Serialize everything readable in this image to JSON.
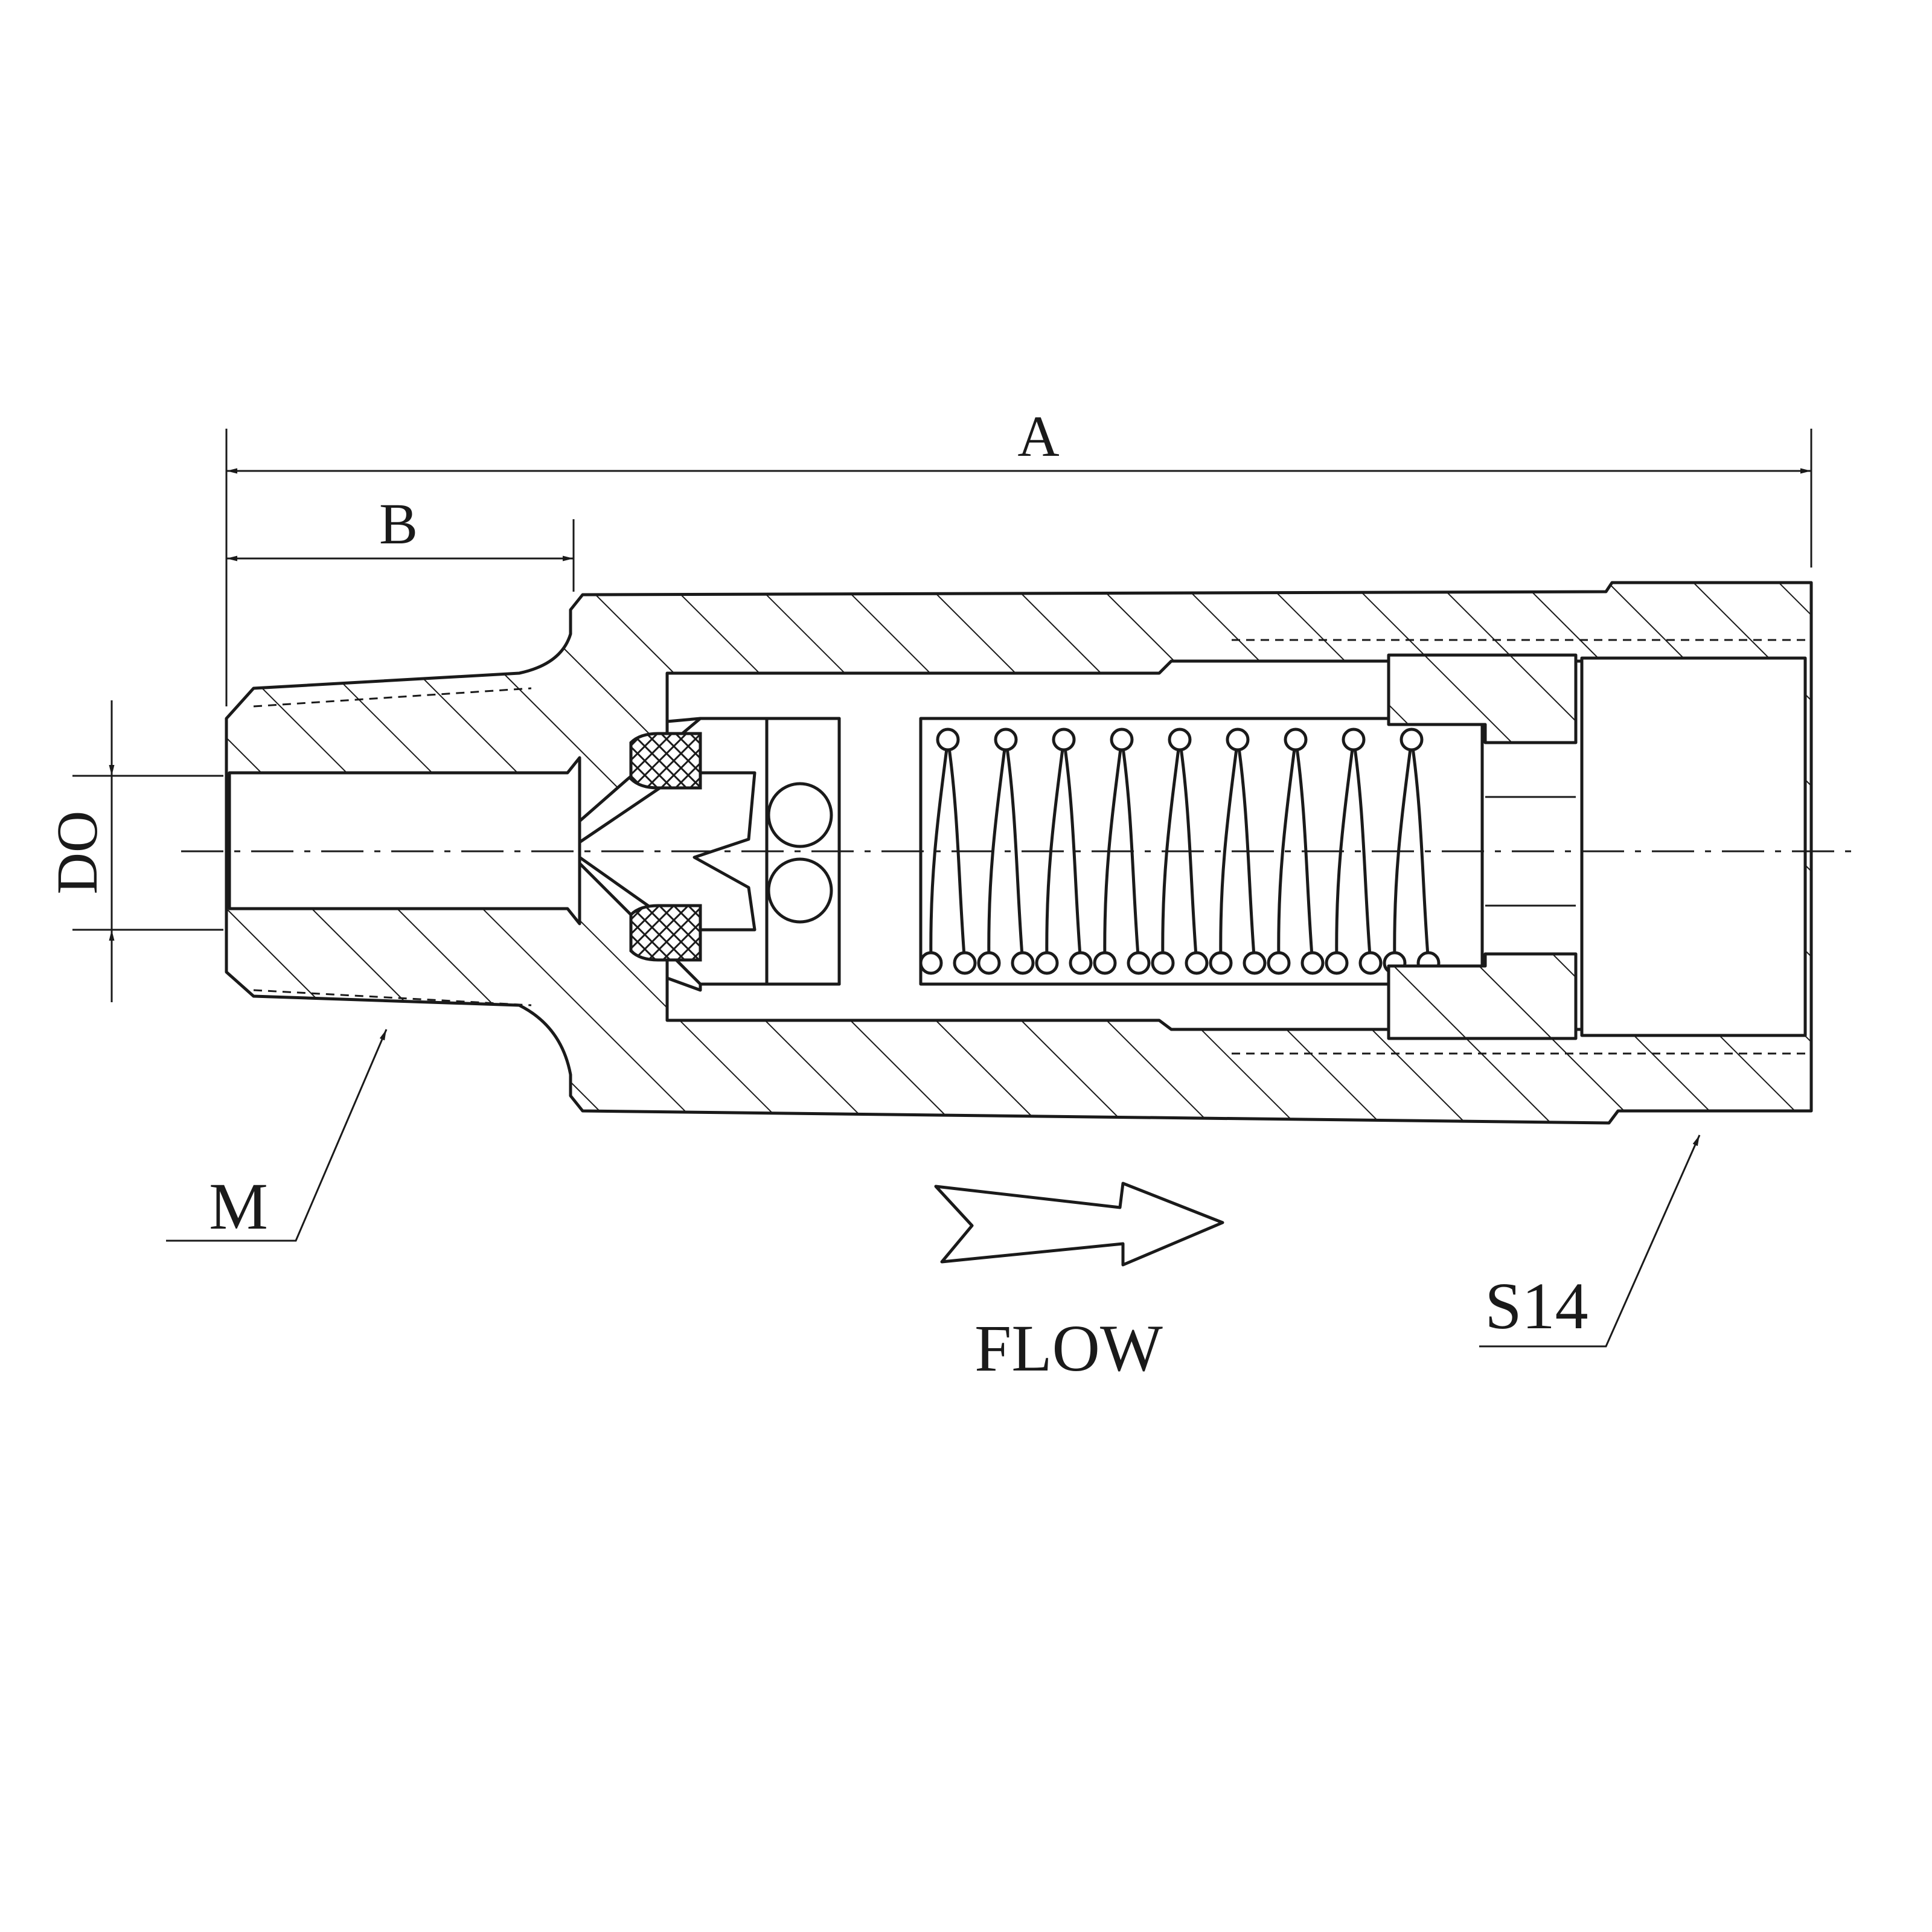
{
  "labels": {
    "dim_overall_length": "A",
    "dim_thread_length": "B",
    "dim_orifice_diameter": "DO",
    "male_thread": "M",
    "hex_size": "S14",
    "flow_direction": "FLOW"
  },
  "colors": {
    "line": "#1a1a1a",
    "background": "#ffffff"
  }
}
